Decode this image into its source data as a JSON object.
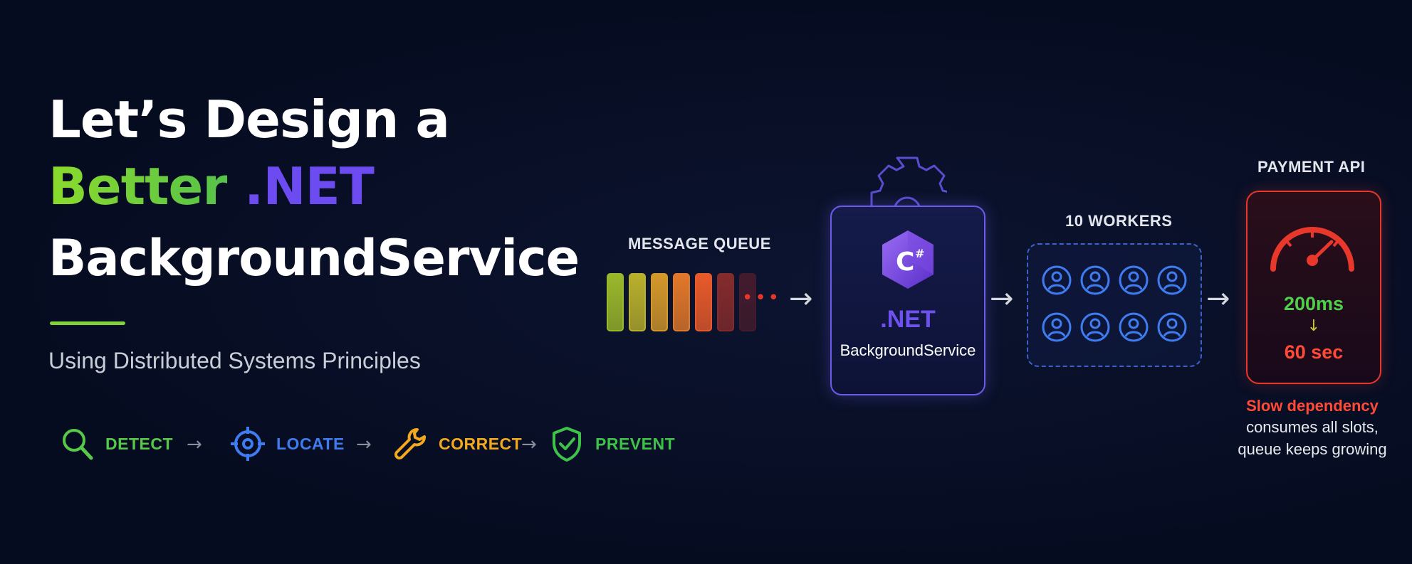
{
  "headline": {
    "line1": "Let’s Design a",
    "line2_part1": "Better",
    "line2_part2": ".NET",
    "line3": "BackgroundService"
  },
  "subtitle": "Using Distributed Systems Principles",
  "steps": [
    {
      "label": "DETECT",
      "icon": "magnifier-icon",
      "color": "#56c94a"
    },
    {
      "label": "LOCATE",
      "icon": "crosshair-icon",
      "color": "#3f7cf0"
    },
    {
      "label": "CORRECT",
      "icon": "wrench-icon",
      "color": "#f2a91e"
    },
    {
      "label": "PREVENT",
      "icon": "shield-check-icon",
      "color": "#3ec24a"
    }
  ],
  "step_arrow": "→",
  "queue": {
    "label": "MESSAGE QUEUE",
    "dots": "•••",
    "bar_colors": [
      "#9bb82a",
      "#b9b02c",
      "#d4982a",
      "#e2782a",
      "#e85a2a",
      "#e8402a",
      "#e8362a"
    ]
  },
  "flow_arrow": "→",
  "service": {
    "badge": "C#",
    "net_label": ".NET",
    "name": "BackgroundService"
  },
  "workers": {
    "label": "10 WORKERS",
    "color": "#3f7cf0"
  },
  "api": {
    "label": "PAYMENT API",
    "latency_before": "200ms",
    "latency_arrow": "↓",
    "latency_after": "60 sec",
    "color": "#e8382c"
  },
  "note": {
    "line1": "Slow dependency",
    "line2": "consumes all slots,",
    "line3": "queue keeps growing"
  }
}
